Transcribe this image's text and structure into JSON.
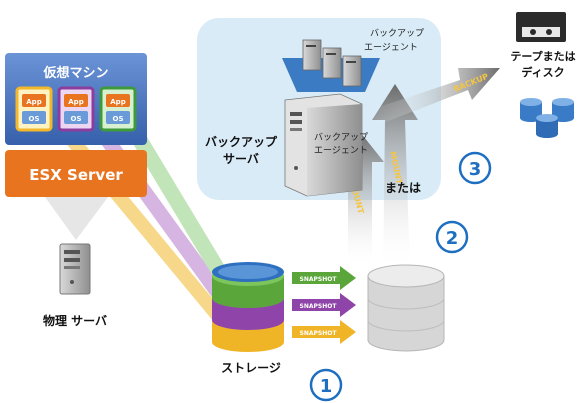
{
  "vm_panel": {
    "title": "仮想マシン",
    "vms": [
      {
        "app_label": "App",
        "os_label": "OS",
        "color": "#f2b72a"
      },
      {
        "app_label": "App",
        "os_label": "OS",
        "color": "#8b3e9e"
      },
      {
        "app_label": "App",
        "os_label": "OS",
        "color": "#3f9a3c"
      }
    ]
  },
  "esx": {
    "label": "ESX Server",
    "color": "#e87420"
  },
  "physical_server": {
    "label": "物理 サーバ"
  },
  "storage": {
    "label": "ストレージ",
    "layer_colors": [
      "#5aa63a",
      "#8e44a8",
      "#f0b527"
    ]
  },
  "snapshots": [
    {
      "label": "SNAPSHOT",
      "color": "#5aa63a"
    },
    {
      "label": "SNAPSHOT",
      "color": "#8e44a8"
    },
    {
      "label": "SNAPSHOT",
      "color": "#f0b527"
    }
  ],
  "backup_area": {
    "agent_top_label_line1": "バックアップ",
    "agent_top_label_line2": "エージェント",
    "backup_server_line1": "バックアップ",
    "backup_server_line2": "サーバ",
    "agent_server_line1": "バックアップ",
    "agent_server_line2": "エージェント",
    "or_label": "または"
  },
  "arrows": {
    "mount1": "MOUNT",
    "mount2": "MOUNT",
    "backup": "BACKUP"
  },
  "target": {
    "line1": "テープまたは",
    "line2": "ディスク"
  },
  "steps": [
    "1",
    "2",
    "3"
  ],
  "colors": {
    "step": "#1f6fc1",
    "panel_blue": "#3b6fbf",
    "backup_bg": "#d8ebf7"
  }
}
